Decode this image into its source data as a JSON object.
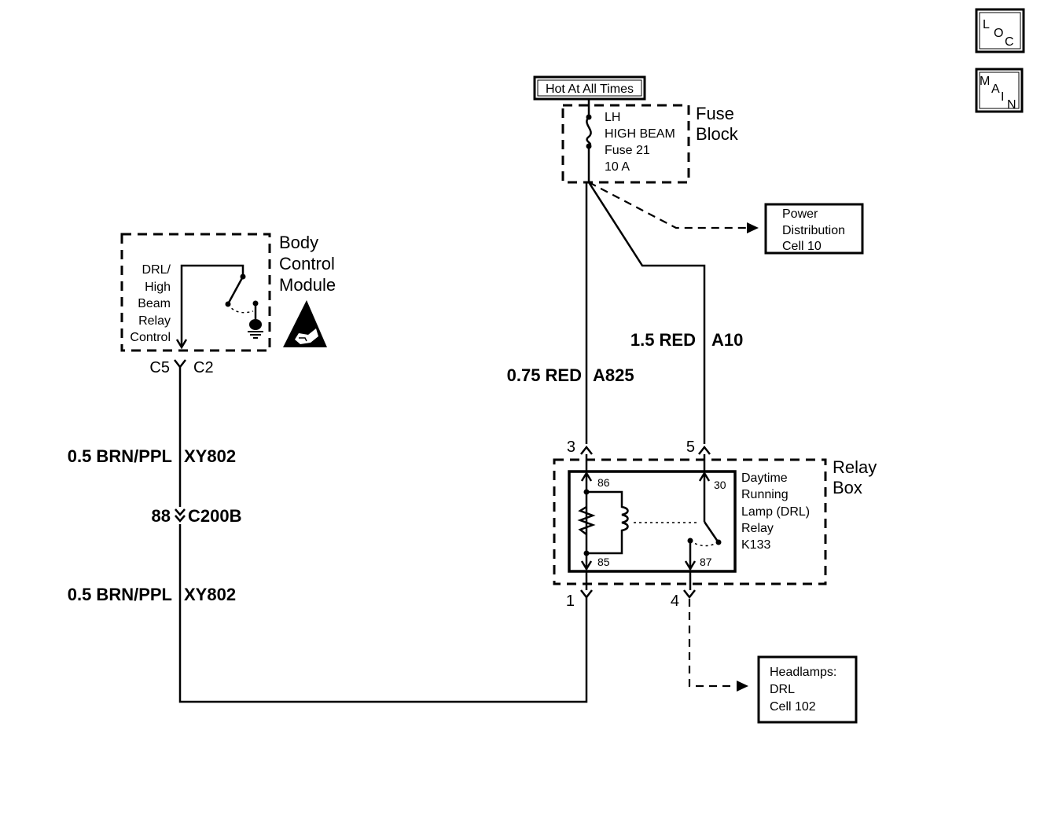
{
  "nav": {
    "loc": {
      "l1": "L",
      "l2": "O",
      "l3": "C"
    },
    "main": {
      "l1": "M",
      "l2": "A",
      "l3": "I",
      "l4": "N"
    }
  },
  "power_source": {
    "label": "Hot At All Times"
  },
  "fuse_block": {
    "title_line1": "Fuse",
    "title_line2": "Block",
    "fuse_lines": [
      "LH",
      "HIGH BEAM",
      "Fuse 21",
      "10 A"
    ]
  },
  "power_distribution": {
    "lines": [
      "Power",
      "Distribution",
      "Cell 10"
    ]
  },
  "bcm": {
    "title_lines": [
      "Body",
      "Control",
      "Module"
    ],
    "function_lines": [
      "DRL/",
      "High",
      "Beam",
      "Relay",
      "Control"
    ],
    "connector_left": "C5",
    "connector_right": "C2"
  },
  "wires": {
    "bcm_upper": {
      "size_color": "0.5 BRN/PPL",
      "circuit": "XY802"
    },
    "bcm_lower": {
      "size_color": "0.5 BRN/PPL",
      "circuit": "XY802"
    },
    "inline_connector": {
      "pin": "88",
      "name": "C200B"
    },
    "fuse_to_pin3": {
      "size_color": "0.75 RED",
      "circuit": "A825"
    },
    "fuse_to_pin5": {
      "size_color": "1.5 RED",
      "circuit": "A10"
    }
  },
  "relay_box": {
    "title_line1": "Relay",
    "title_line2": "Box",
    "pins": {
      "p3": "3",
      "p5": "5",
      "p1": "1",
      "p4": "4"
    },
    "relay_pins": {
      "p86": "86",
      "p85": "85",
      "p30": "30",
      "p87": "87"
    },
    "relay_lines": [
      "Daytime",
      "Running",
      "Lamp (DRL)",
      "Relay",
      "K133"
    ]
  },
  "headlamps": {
    "lines": [
      "Headlamps:",
      "DRL",
      "Cell 102"
    ]
  }
}
